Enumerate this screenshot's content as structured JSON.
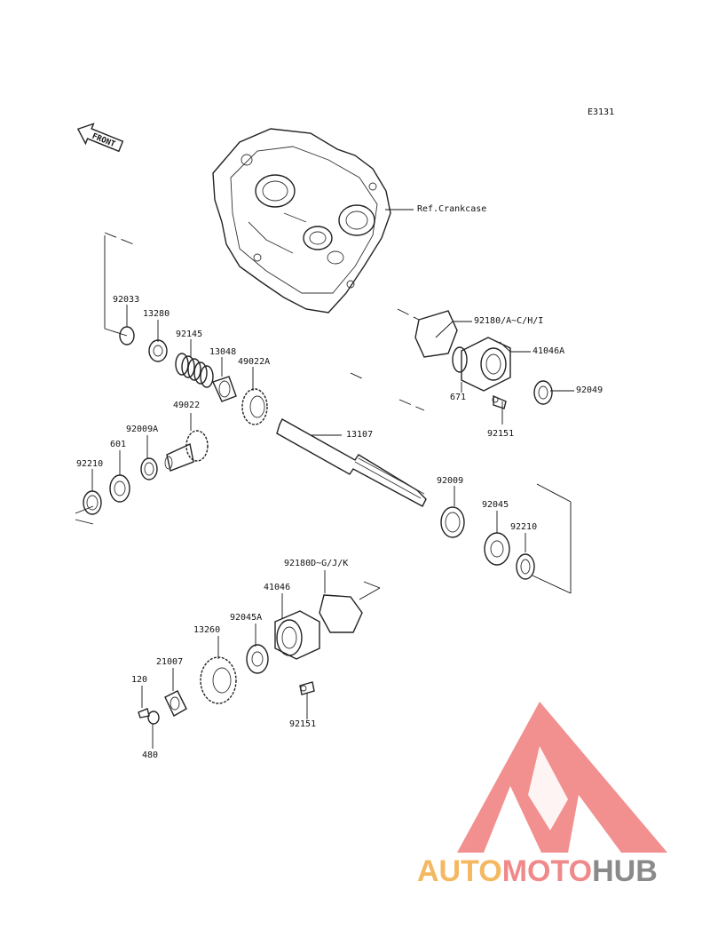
{
  "diagram_code": "E3131",
  "front_arrow_label": "FRONT",
  "ref_label": "Ref.Crankcase",
  "parts": {
    "p92033": "92033",
    "p13280": "13280",
    "p92145": "92145",
    "p13048": "13048",
    "p49022A": "49022A",
    "p49022": "49022",
    "p92009A": "92009A",
    "p601": "601",
    "p92210a": "92210",
    "p13107": "13107",
    "p92180AC": "92180/A~C/H/I",
    "p41046A": "41046A",
    "p92049": "92049",
    "p671": "671",
    "p92151a": "92151",
    "p92009": "92009",
    "p92045": "92045",
    "p92210b": "92210",
    "p92180DG": "92180D~G/J/K",
    "p41046": "41046",
    "p92045A": "92045A",
    "p13260": "13260",
    "p21007": "21007",
    "p120": "120",
    "p92151b": "92151",
    "p480": "480"
  },
  "watermark": {
    "part1": "AUTO",
    "part2": "MOTO",
    "part3": "HUB",
    "color_auto": "#f4b860",
    "color_moto": "#f08a8a",
    "color_hub": "#8a8a8a",
    "logo_color": "#f07b7b"
  }
}
